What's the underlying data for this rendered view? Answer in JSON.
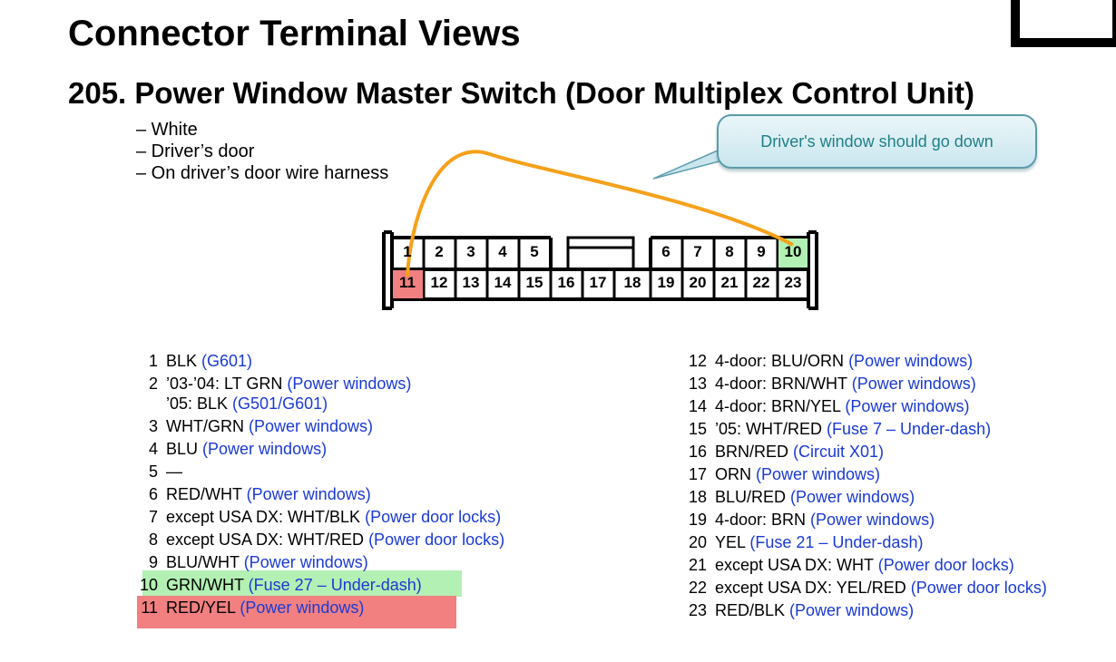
{
  "page_title": "Connector Terminal Views",
  "section_title": "205. Power Window Master Switch (Door Multiplex Control Unit)",
  "details": [
    "– White",
    "– Driver’s door",
    "– On driver’s door wire harness"
  ],
  "callout": "Driver's window should go down",
  "colors": {
    "highlight_green": "#b3f0b3",
    "highlight_red": "#f28080",
    "link_blue": "#1a3ad4",
    "callout_text": "#1f7f87",
    "wire_orange": "#f5a11a"
  },
  "connector": {
    "top_row": [
      "1",
      "2",
      "3",
      "4",
      "5",
      "6",
      "7",
      "8",
      "9",
      "10"
    ],
    "bottom_row": [
      "11",
      "12",
      "13",
      "14",
      "15",
      "16",
      "17",
      "18",
      "19",
      "20",
      "21",
      "22",
      "23"
    ]
  },
  "pins_left": [
    {
      "num": "1",
      "text": "BLK ",
      "link": "(G601)"
    },
    {
      "num": "2",
      "text": "’03-’04: LT GRN ",
      "link": "(Power windows)",
      "cont_text": "’05: BLK ",
      "cont_link": "(G501/G601)"
    },
    {
      "num": "3",
      "text": "WHT/GRN ",
      "link": "(Power windows)"
    },
    {
      "num": "4",
      "text": "BLU ",
      "link": "(Power windows)"
    },
    {
      "num": "5",
      "text": "—",
      "link": ""
    },
    {
      "num": "6",
      "text": "RED/WHT ",
      "link": "(Power windows)"
    },
    {
      "num": "7",
      "text": "except USA DX: WHT/BLK ",
      "link": "(Power door locks)"
    },
    {
      "num": "8",
      "text": "except USA DX: WHT/RED ",
      "link": "(Power door locks)"
    },
    {
      "num": "9",
      "text": "BLU/WHT ",
      "link": "(Power windows)"
    },
    {
      "num": "10",
      "text": "GRN/WHT ",
      "link": "(Fuse 27 – Under-dash)"
    },
    {
      "num": "11",
      "text": "RED/YEL ",
      "link": "(Power windows)"
    }
  ],
  "pins_right": [
    {
      "num": "12",
      "text": "4-door: BLU/ORN ",
      "link": "(Power windows)"
    },
    {
      "num": "13",
      "text": "4-door: BRN/WHT ",
      "link": "(Power windows)"
    },
    {
      "num": "14",
      "text": "4-door: BRN/YEL ",
      "link": "(Power windows)"
    },
    {
      "num": "15",
      "text": "’05: WHT/RED ",
      "link": "(Fuse 7 – Under-dash)"
    },
    {
      "num": "16",
      "text": "BRN/RED ",
      "link": "(Circuit X01)"
    },
    {
      "num": "17",
      "text": "ORN ",
      "link": "(Power windows)"
    },
    {
      "num": "18",
      "text": "BLU/RED ",
      "link": "(Power windows)"
    },
    {
      "num": "19",
      "text": "4-door: BRN ",
      "link": "(Power windows)"
    },
    {
      "num": "20",
      "text": "YEL ",
      "link": "(Fuse 21 – Under-dash)"
    },
    {
      "num": "21",
      "text": "except USA DX: WHT ",
      "link": "(Power door locks)"
    },
    {
      "num": "22",
      "text": "except USA DX: YEL/RED ",
      "link": "(Power door locks)"
    },
    {
      "num": "23",
      "text": "RED/BLK ",
      "link": "(Power windows)"
    }
  ]
}
